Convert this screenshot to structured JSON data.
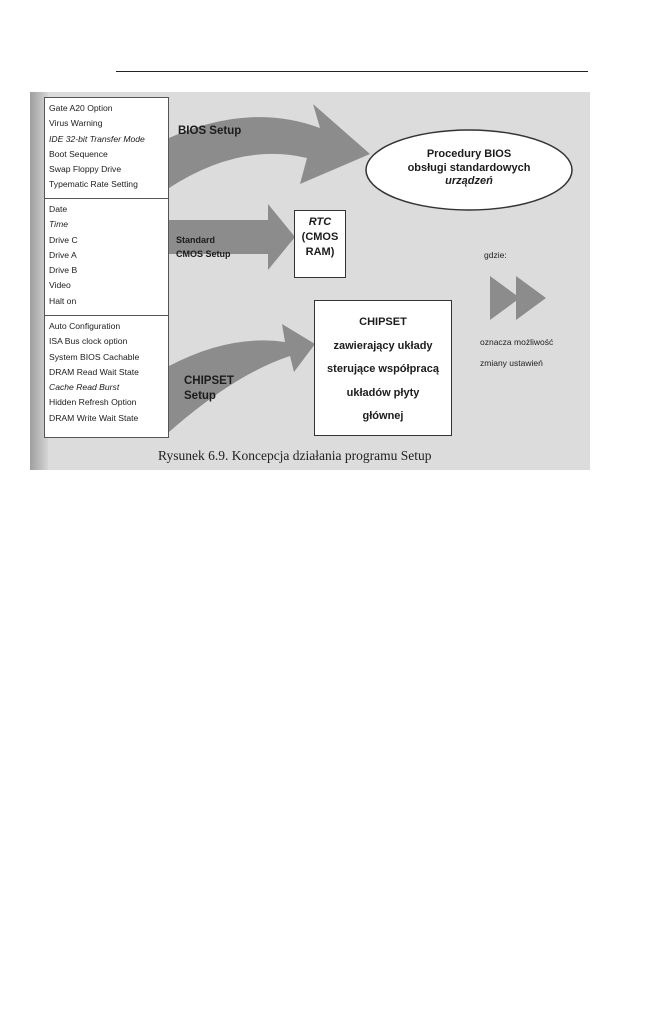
{
  "caption": "Rysunek 6.9. Koncepcja działania programu Setup",
  "panels": {
    "bios": [
      "Gate A20 Option",
      "Virus Warning",
      "IDE 32-bit Transfer Mode",
      "Boot Sequence",
      "Swap Floppy Drive",
      "Typematic Rate Setting"
    ],
    "cmos": [
      "Date",
      "Time",
      "Drive C",
      "Drive A",
      "Drive B",
      "Video",
      "Halt on"
    ],
    "chipset": [
      "Auto Configuration",
      "ISA Bus clock option",
      "System BIOS Cachable",
      "DRAM Read Wait State",
      "Cache Read Burst",
      "Hidden Refresh Option",
      "DRAM Write Wait State"
    ]
  },
  "arrows": {
    "bios_setup": "BIOS Setup",
    "standard_line1": "Standard",
    "standard_line2": "CMOS Setup",
    "chipset_line1": "CHIPSET",
    "chipset_line2": "Setup"
  },
  "targets": {
    "bios_line1": "Procedury BIOS",
    "bios_line2": "obsługi standardowych",
    "bios_line3": "urządzeń",
    "rtc_line1": "RTC",
    "rtc_line2": "(CMOS",
    "rtc_line3": "RAM)",
    "chipset_line1": "CHIPSET",
    "chipset_line2": "zawierający układy",
    "chipset_line3": "sterujące współpracą",
    "chipset_line4": "układów płyty",
    "chipset_line5": "głównej"
  },
  "legend": {
    "where": "gdzie:",
    "meaning_line1": "oznacza możliwość",
    "meaning_line2": "zmiany ustawień"
  },
  "colors": {
    "arrow": "#8c8c8c",
    "background": "#dcdcdc"
  }
}
